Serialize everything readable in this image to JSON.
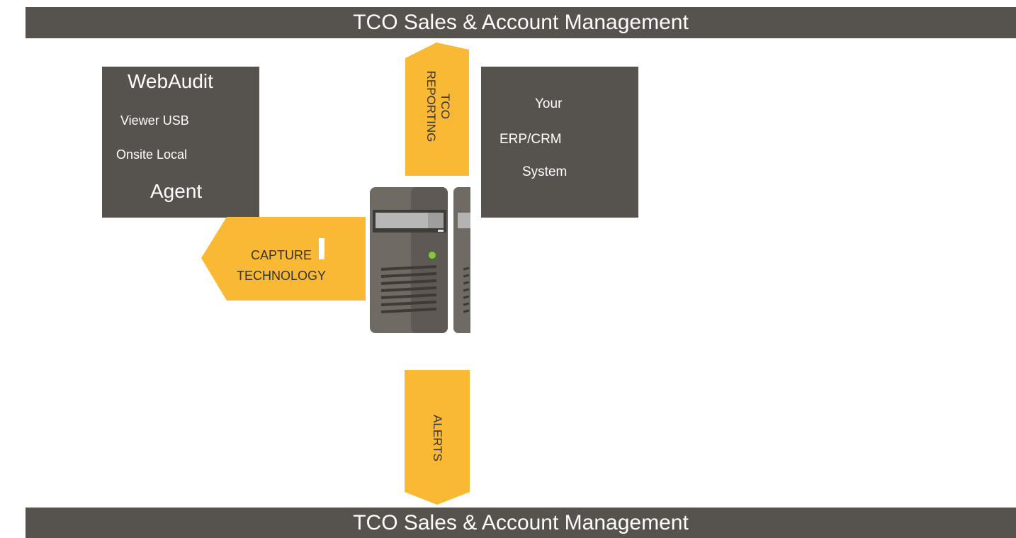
{
  "header": {
    "title": "TCO Sales & Account Management"
  },
  "footer": {
    "title": "TCO Sales & Account Management"
  },
  "webaudit_box": {
    "title": "WebAudit",
    "line1": "Viewer USB",
    "line2": "Onsite Local",
    "line3": "Agent"
  },
  "erp_box": {
    "line1": "Your",
    "line2": "ERP/CRM",
    "line3": "System"
  },
  "arrows": {
    "reporting": {
      "line1": "TCO",
      "line2": "REPORTING"
    },
    "capture": {
      "line1": "CAPTURE",
      "line2": "TECHNOLOGY"
    },
    "alerts": {
      "label": "ALERTS"
    }
  },
  "colors": {
    "dark_box": "#56524d",
    "arrow_fill": "#f9b934",
    "server_body": "#6f6a64",
    "server_led": "#8bc34a"
  },
  "icons": {
    "server": "server-tower-icon"
  }
}
